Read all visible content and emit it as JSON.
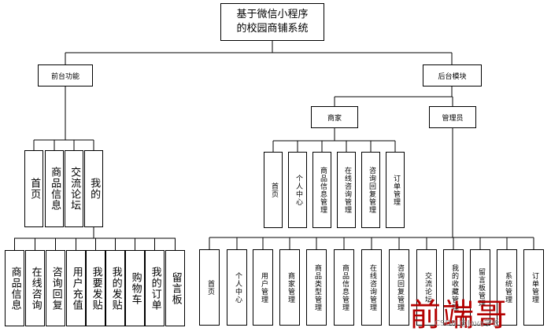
{
  "root": "基于微信小程序\n的校园商铺系统",
  "frontend": {
    "label": "前台功能",
    "level2": [
      "首页",
      "商品信息",
      "交流论坛",
      "我的"
    ],
    "level3": [
      "商品信息",
      "在线咨询",
      "咨询回复",
      "用户充值",
      "我要发贴",
      "我的发贴",
      "购物车",
      "我的订单",
      "留言板"
    ]
  },
  "backend": {
    "label": "后台模块",
    "merchant": {
      "label": "商家",
      "items": [
        "首页",
        "个人中心",
        "商品信息管理",
        "在线咨询管理",
        "咨询回复管理",
        "订单管理"
      ]
    },
    "admin": {
      "label": "管理员",
      "items": [
        "首页",
        "个人中心",
        "用户管理",
        "商家管理",
        "商品类型管理",
        "商品信息管理",
        "在线咨询管理",
        "咨询回复管理",
        "交流论坛",
        "我的收藏管理",
        "留言板管理",
        "系统管理",
        "订单管理"
      ]
    }
  },
  "watermark": "前端哥",
  "watermark_small": "CSDN @Java学长"
}
